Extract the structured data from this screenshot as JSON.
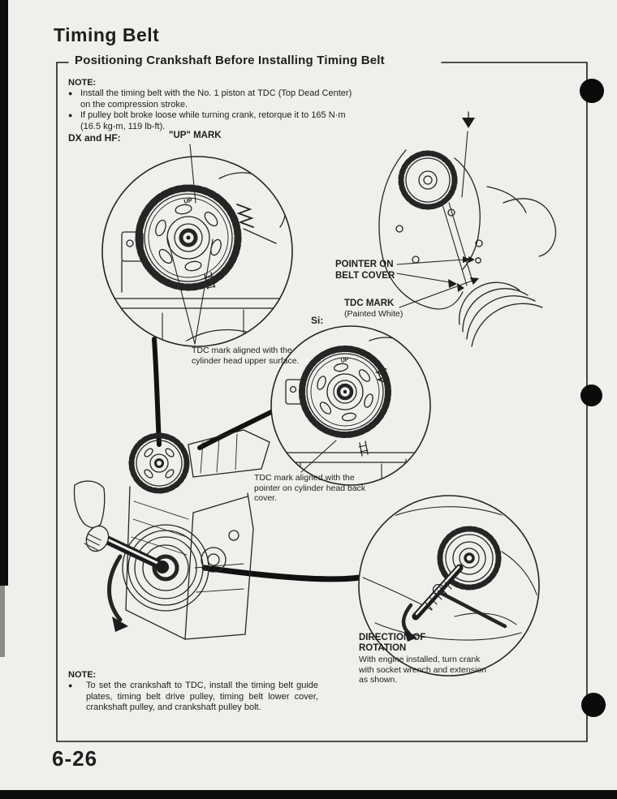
{
  "page": {
    "title": "Timing Belt",
    "section_title": "Positioning Crankshaft Before Installing Timing Belt",
    "page_number": "6-26",
    "bullet": "●"
  },
  "colors": {
    "paper": "#f1efeb",
    "ink": "#1e1e1e"
  },
  "top_note": {
    "label": "NOTE:",
    "items": [
      "Install the timing belt with the No. 1 piston at TDC (Top Dead Center) on the compression stroke.",
      "If pulley bolt broke loose while turning crank, retorque it to 165 N·m (16.5 kg-m, 119 lb-ft)."
    ]
  },
  "variant_labels": {
    "dx_hf": "DX and HF:",
    "up_mark": "\"UP\" MARK",
    "si": "Si:"
  },
  "diagram_labels": {
    "pointer_on_belt_cover": "POINTER ON\nBELT COVER",
    "tdc_mark": "TDC MARK",
    "tdc_mark_note": "(Painted White)",
    "gear_up_text": "UP"
  },
  "callouts": {
    "dx_tdc": "TDC mark aligned with the cylinder head upper surface.",
    "si_tdc": "TDC mark aligned with the pointer on cylinder head back cover.",
    "rotation_title": "DIRECTION OF\nROTATION",
    "rotation_body": "With engine installed, turn crank with socket wrench and extension as shown."
  },
  "bottom_note": {
    "label": "NOTE:",
    "items": [
      "To set the crankshaft to TDC, install the timing belt guide plates, timing belt drive pulley, timing belt lower cover, crankshaft pulley, and crankshaft pulley bolt."
    ]
  }
}
